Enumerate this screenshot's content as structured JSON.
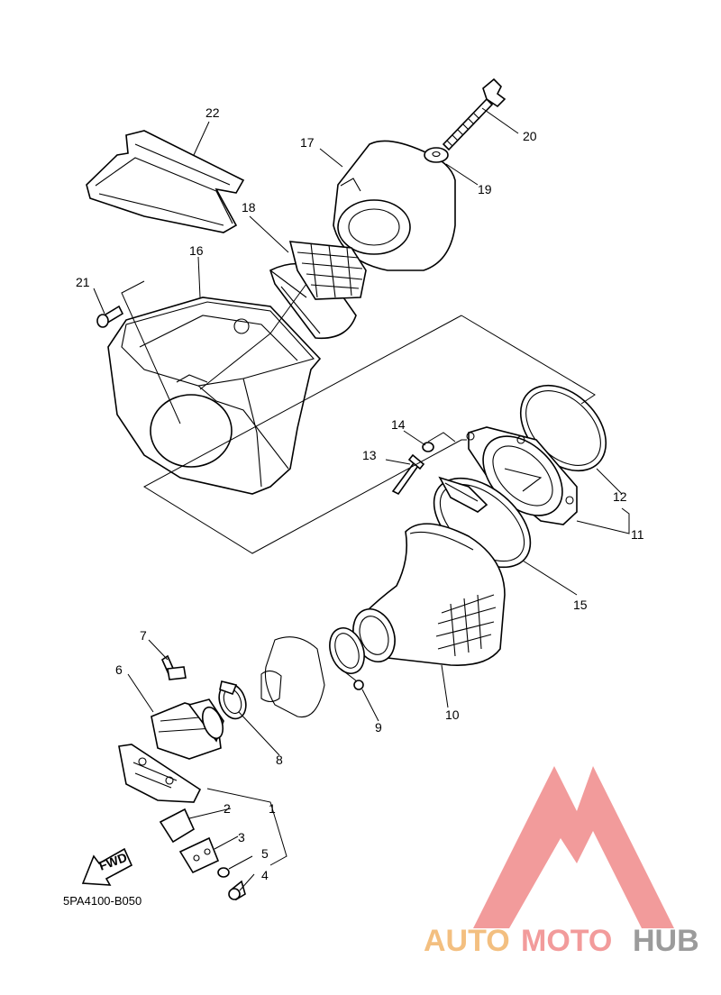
{
  "diagram": {
    "code": "5PA4100-B050",
    "fwd_label": "FWD",
    "part_labels": {
      "p1": "1",
      "p2": "2",
      "p3": "3",
      "p4": "4",
      "p5": "5",
      "p6": "6",
      "p7": "7",
      "p8": "8",
      "p9": "9",
      "p10": "10",
      "p11": "11",
      "p12": "12",
      "p13": "13",
      "p14": "14",
      "p15": "15",
      "p16": "16",
      "p17": "17",
      "p18": "18",
      "p19": "19",
      "p20": "20",
      "p21": "21",
      "p22": "22"
    }
  },
  "watermark": {
    "word_part1": "AUTO",
    "word_part2": "MOTO",
    "word_part3": "HUB",
    "color_orange": "#f2b56a",
    "color_red": "#f08a8a",
    "color_grey": "#8a8a8a"
  }
}
